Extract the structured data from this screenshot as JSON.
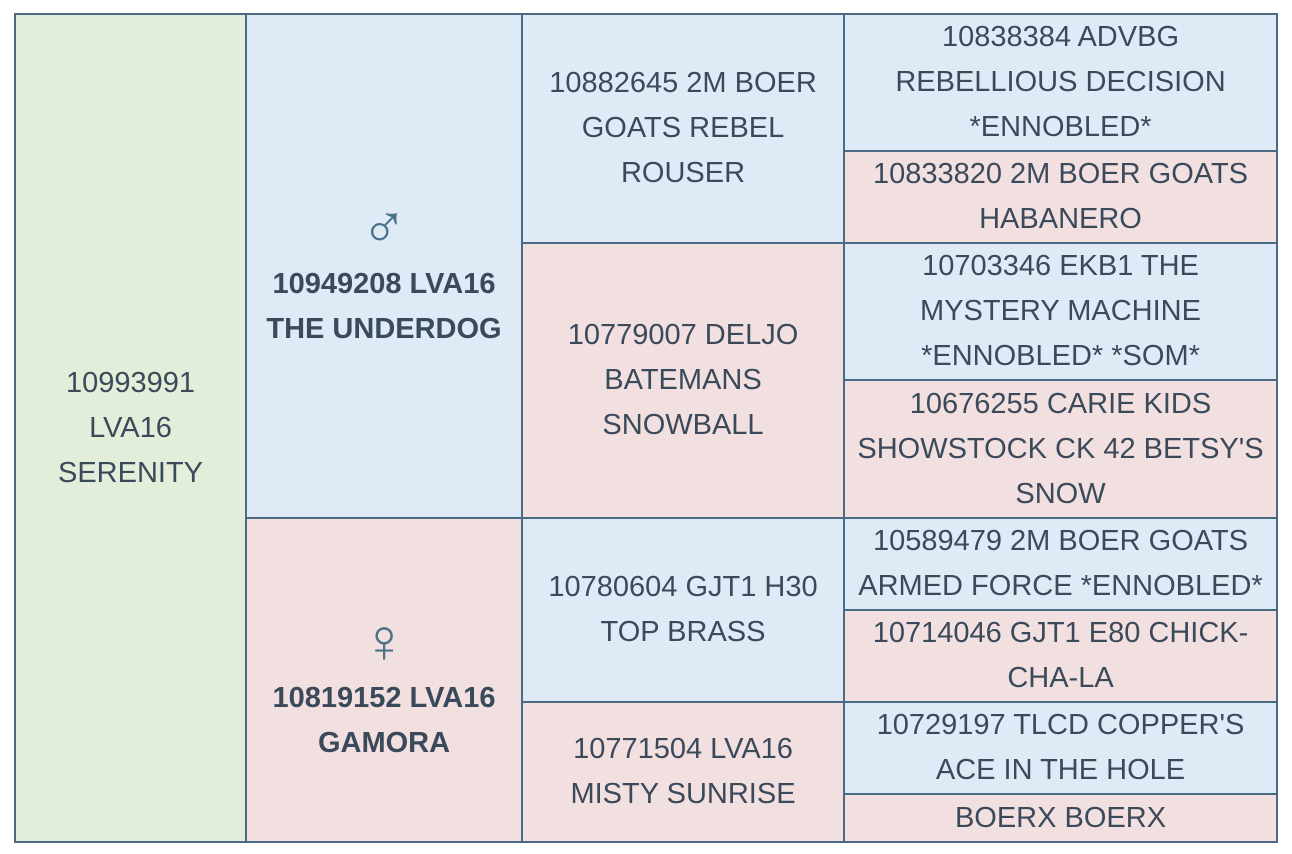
{
  "subject": {
    "name": "10993991 LVA16 SERENITY"
  },
  "sire": {
    "symbol": "♂",
    "name": "10949208 LVA16 THE UNDERDOG",
    "sire": {
      "name": "10882645 2M BOER GOATS REBEL ROUSER",
      "sire": "10838384 ADVBG REBELLIOUS DECISION *ENNOBLED*",
      "dam": "10833820 2M BOER GOATS HABANERO"
    },
    "dam": {
      "name": "10779007 DELJO BATEMANS SNOWBALL",
      "sire": "10703346 EKB1 THE MYSTERY MACHINE *ENNOBLED* *SOM*",
      "dam": "10676255 CARIE KIDS SHOWSTOCK CK 42 BETSY'S SNOW"
    }
  },
  "dam": {
    "symbol": "♀",
    "name": "10819152 LVA16 GAMORA",
    "sire": {
      "name": "10780604 GJT1 H30 TOP BRASS",
      "sire": "10589479 2M BOER GOATS ARMED FORCE *ENNOBLED*",
      "dam": "10714046 GJT1 E80 CHICK-CHA-LA"
    },
    "dam": {
      "name": "10771504 LVA16 MISTY SUNRISE",
      "sire": "10729197 TLCD COPPER'S ACE IN THE HOLE",
      "dam": "BOERX BOERX"
    }
  },
  "colors": {
    "subject": "#e2eed9",
    "male": "#deebf6",
    "female": "#f2dfe0",
    "border": "#4a6a85",
    "text": "#3b4a5a",
    "symbol": "#4a7288"
  }
}
